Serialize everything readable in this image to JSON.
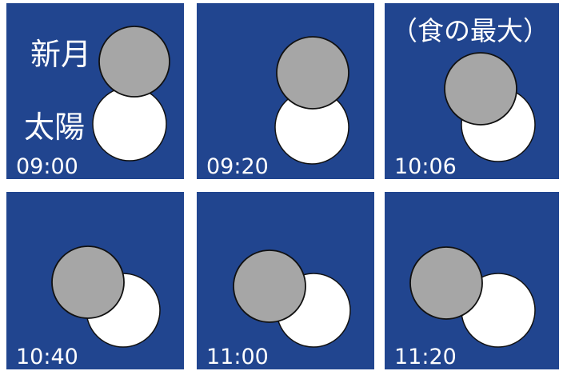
{
  "colors": {
    "panel_background": "#21458f",
    "sun_fill": "#ffffff",
    "moon_fill": "#a6a6a6",
    "outline": "#111111",
    "text": "#ffffff"
  },
  "labels": {
    "new_moon": "新月",
    "sun": "太陽",
    "maximum_eclipse": "（食の最大）"
  },
  "panels": [
    {
      "time": "09:00"
    },
    {
      "time": "09:20"
    },
    {
      "time": "10:06"
    },
    {
      "time": "10:40"
    },
    {
      "time": "11:00"
    },
    {
      "time": "11:20"
    }
  ]
}
